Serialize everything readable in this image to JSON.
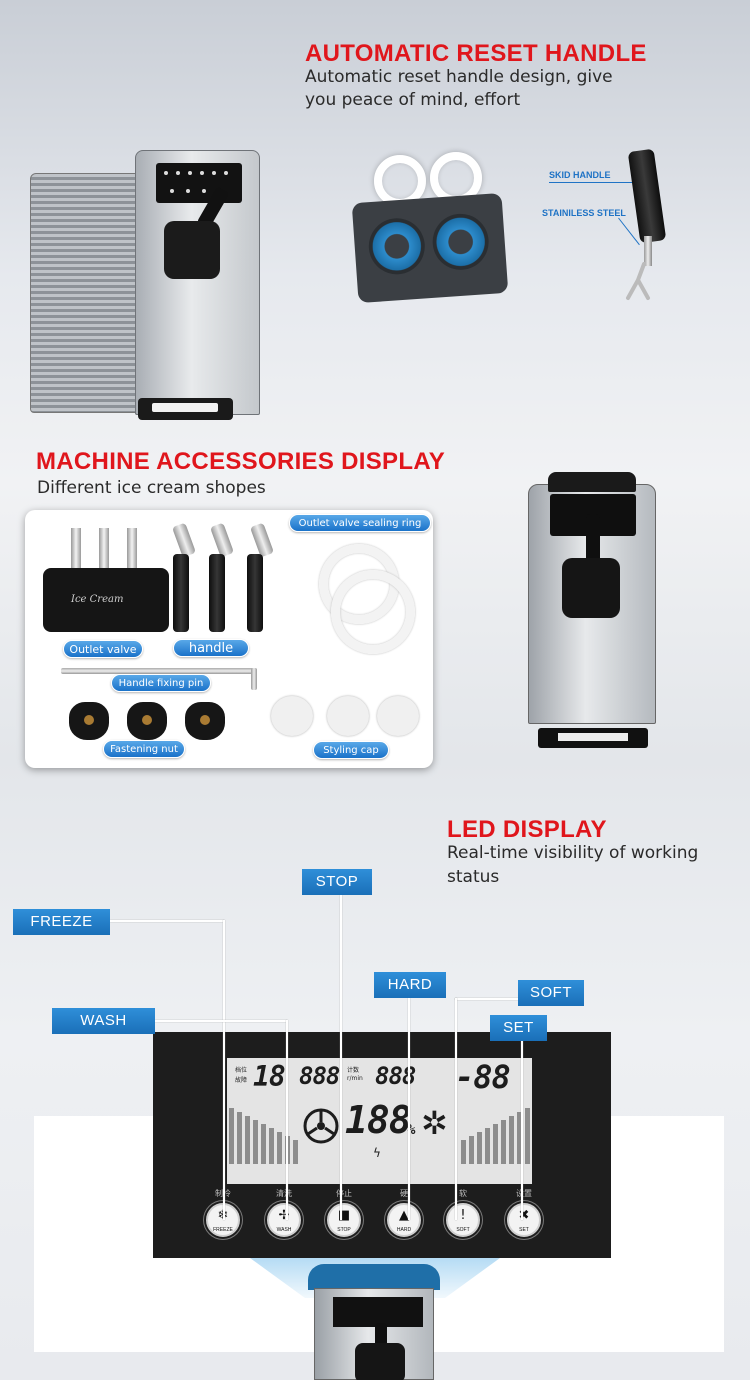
{
  "section1": {
    "title": "AUTOMATIC RESET HANDLE",
    "subtitle_line1": "Automatic reset handle design, give",
    "subtitle_line2": "you peace of mind, effort",
    "labels": {
      "skid_handle": "SKID HANDLE",
      "stainless_steel": "STAINILESS STEEL"
    }
  },
  "section2": {
    "title": "MACHINE ACCESSORIES DISPLAY",
    "subtitle": "Different ice cream shopes",
    "outlet_script": "Ice Cream",
    "parts": {
      "outlet_valve": "Outlet valve",
      "handle": "handle",
      "sealing_ring": "Outlet valve sealing ring",
      "handle_fixing_pin": "Handle fixing pin",
      "fastening_nut": "Fastening nut",
      "styling_cap": "Styling cap"
    }
  },
  "section3": {
    "title": "LED DISPLAY",
    "subtitle_line1": "Real-time visibility of working",
    "subtitle_line2": "status",
    "callouts": {
      "stop": "STOP",
      "freeze": "FREEZE",
      "hard": "HARD",
      "soft": "SOFT",
      "wash": "WASH",
      "set": "SET"
    },
    "lcd": {
      "label_tl1": "档位",
      "label_tl2": "故障",
      "seg1": "18",
      "seg2": "888",
      "seg2_label1": "计数",
      "seg2_label2": "r/min",
      "seg3": "888",
      "seg4": "-88",
      "percent": "188",
      "percent_sign": "%"
    },
    "buttons": [
      {
        "cn": "制冷",
        "en": "FREEZE",
        "glyph": "❄"
      },
      {
        "cn": "清洗",
        "en": "WASH",
        "glyph": "✢"
      },
      {
        "cn": "停止",
        "en": "STOP",
        "glyph": "■"
      },
      {
        "cn": "硬",
        "en": "HARD",
        "glyph": "▲"
      },
      {
        "cn": "软",
        "en": "SOFT",
        "glyph": "!"
      },
      {
        "cn": "设置",
        "en": "SET",
        "glyph": "✖"
      }
    ]
  },
  "colors": {
    "accent_red": "#e0161c",
    "accent_blue": "#1a72c9"
  }
}
